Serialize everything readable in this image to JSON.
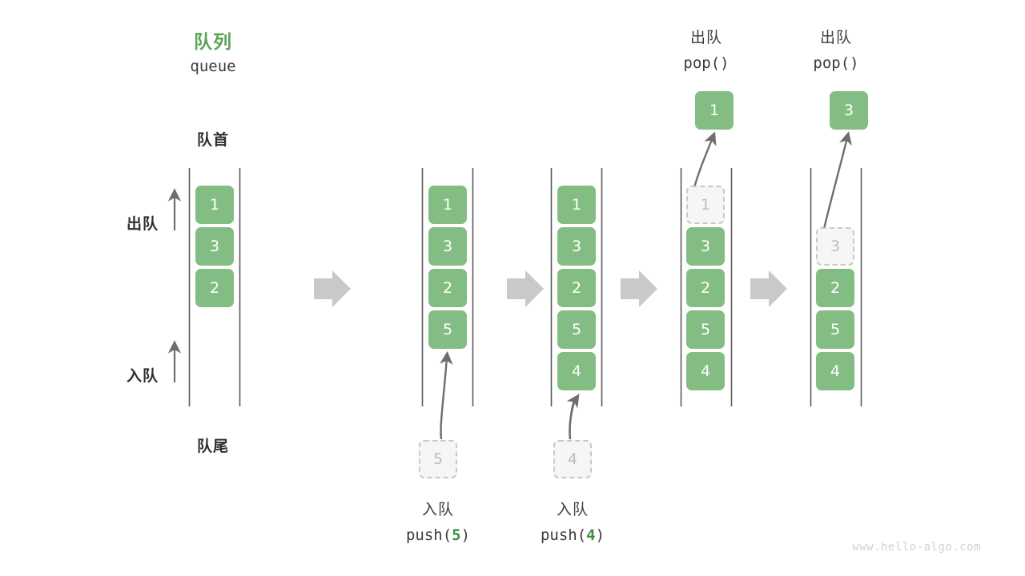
{
  "diagram": {
    "title_cn": "队列",
    "title_en": "queue",
    "front_label": "队首",
    "rear_label": "队尾",
    "dequeue_label": "出队",
    "enqueue_label": "入队",
    "watermark": "www.hello-algo.com",
    "accent_color": "#5ba35b",
    "cell_color": "#84bd84",
    "ghost_color": "#f6f6f6",
    "arrow_color": "#c9c9c9",
    "rail_color": "#5a5a5a"
  },
  "stages": [
    {
      "id": "stage-initial",
      "caption_cn": "",
      "caption_code_prefix": "",
      "caption_code_value": "",
      "caption_code_suffix": "",
      "cells": [
        "1",
        "3",
        "2"
      ],
      "ghost_in_column_index": null,
      "ghost_in_column_value": "",
      "incoming_value": "",
      "popped_value": ""
    },
    {
      "id": "stage-push-5",
      "caption_cn": "入队",
      "caption_code_prefix": "push(",
      "caption_code_value": "5",
      "caption_code_suffix": ")",
      "cells": [
        "1",
        "3",
        "2",
        "5"
      ],
      "ghost_in_column_index": null,
      "ghost_in_column_value": "",
      "incoming_value": "5",
      "popped_value": ""
    },
    {
      "id": "stage-push-4",
      "caption_cn": "入队",
      "caption_code_prefix": "push(",
      "caption_code_value": "4",
      "caption_code_suffix": ")",
      "cells": [
        "1",
        "3",
        "2",
        "5",
        "4"
      ],
      "ghost_in_column_index": null,
      "ghost_in_column_value": "",
      "incoming_value": "4",
      "popped_value": ""
    },
    {
      "id": "stage-pop-1",
      "caption_cn": "出队",
      "caption_code_prefix": "pop(",
      "caption_code_value": "",
      "caption_code_suffix": ")",
      "cells": [
        "1",
        "3",
        "2",
        "5",
        "4"
      ],
      "ghost_in_column_index": 0,
      "ghost_in_column_value": "1",
      "incoming_value": "",
      "popped_value": "1"
    },
    {
      "id": "stage-pop-3",
      "caption_cn": "出队",
      "caption_code_prefix": "pop(",
      "caption_code_value": "",
      "caption_code_suffix": ")",
      "cells": [
        "3",
        "2",
        "5",
        "4"
      ],
      "ghost_in_column_index": 1,
      "ghost_in_column_value": "3",
      "incoming_value": "",
      "popped_value": "3"
    }
  ]
}
